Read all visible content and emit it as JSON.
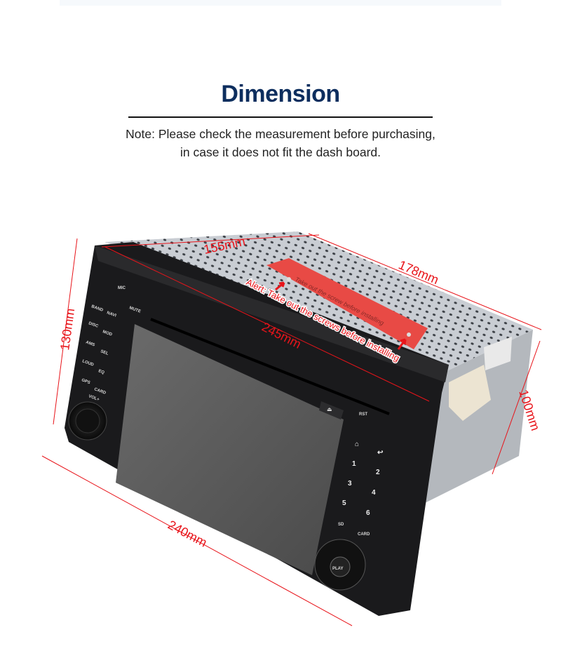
{
  "header": {
    "title": "Dimension",
    "note_line1": "Note: Please check the measurement before purchasing,",
    "note_line2": "in case it does not fit the dash board."
  },
  "dimensions": {
    "height_front": "130mm",
    "depth_top": "155mm",
    "depth_side": "178mm",
    "diagonal_top": "245mm",
    "height_back": "100mm",
    "width_bottom": "240mm"
  },
  "labels": {
    "alert": "Alert: Take out the screws before installing",
    "sticker": "Take out the screw before installing"
  },
  "buttons": {
    "left": [
      "BAND",
      "NAVI",
      "DISC",
      "MOD",
      "AMS",
      "SEL",
      "LOUD",
      "EQ",
      "GPS",
      "CARD"
    ],
    "vol": "VOL+",
    "mic": "MIC",
    "mute": "MUTE",
    "rst": "RST",
    "numbers": [
      "1",
      "2",
      "3",
      "4",
      "5",
      "6"
    ],
    "sd": "SD",
    "card": "CARD",
    "play": "PLAY"
  },
  "colors": {
    "title": "#0d2e5e",
    "dimension": "#e8141a",
    "sticker": "#e84a45"
  }
}
